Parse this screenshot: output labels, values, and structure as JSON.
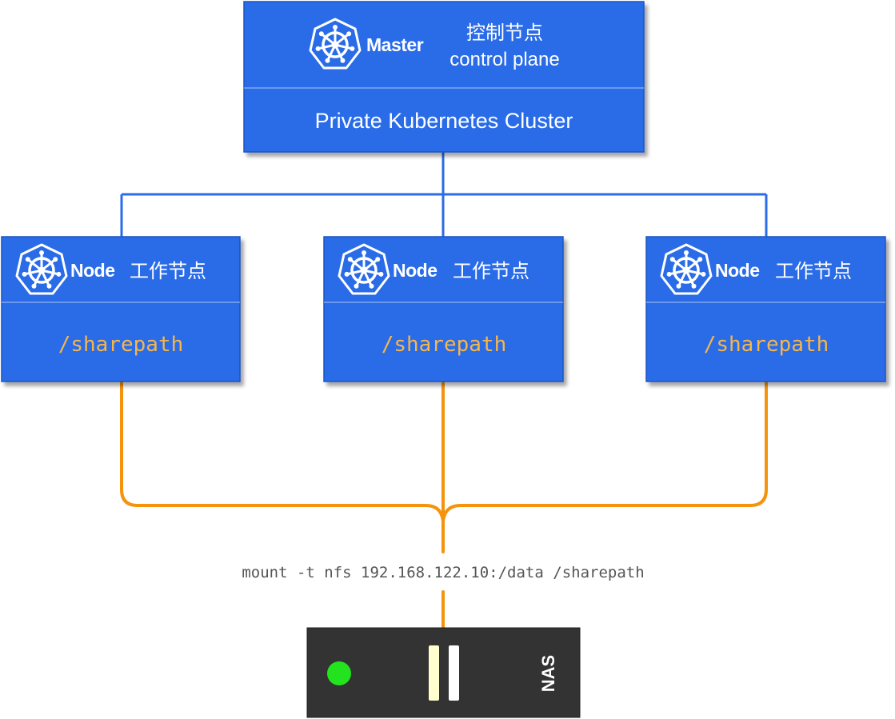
{
  "master": {
    "label": "Master",
    "title_cn": "控制节点",
    "title_en": "control plane",
    "cluster_name": "Private Kubernetes Cluster"
  },
  "nodes": [
    {
      "label": "Node",
      "title_cn": "工作节点",
      "path": "/sharepath"
    },
    {
      "label": "Node",
      "title_cn": "工作节点",
      "path": "/sharepath"
    },
    {
      "label": "Node",
      "title_cn": "工作节点",
      "path": "/sharepath"
    }
  ],
  "mount_command": "mount -t nfs 192.168.122.10:/data /sharepath",
  "nas": {
    "label": "NAS"
  },
  "colors": {
    "box_fill": "#2a6ce8",
    "box_border": "#1d55c2",
    "box_divider": "#7fa6f0",
    "connector_blue": "#2a6ce8",
    "connector_orange": "#f5930c",
    "path_text": "#f5b64a",
    "nas_body": "#333333",
    "led": "#22e31e",
    "slot_cream": "#ffffd0",
    "slot_white": "#ffffff"
  },
  "icons": {
    "cluster_logo": "kubernetes-helm-icon"
  }
}
